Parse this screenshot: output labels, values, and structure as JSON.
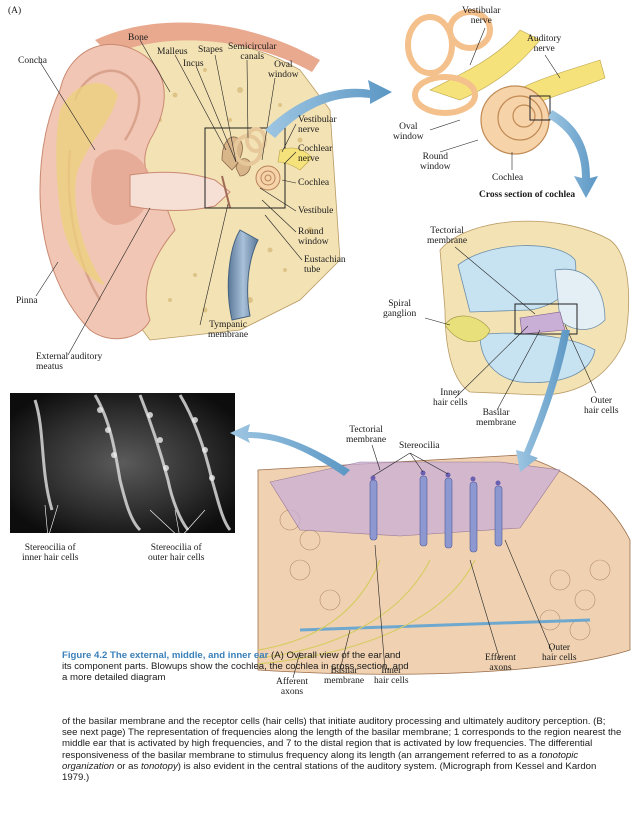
{
  "panel_letter": "(A)",
  "colors": {
    "skin": "#f1c6b4",
    "skin_shadow": "#d9917b",
    "bone": "#f3e2b4",
    "bone_spots": "#d6b775",
    "canal": "#f6dfd4",
    "cochlea": "#f7d3a9",
    "nerve": "#f6e27a",
    "tube": "#7c98b8",
    "fluid": "#c7e3f2",
    "membrane": "#c9aed6",
    "arrow": "#6fa8cf",
    "caption_title": "#3a7fb8"
  },
  "labels": {
    "concha": "Concha",
    "bone": "Bone",
    "malleus": "Malleus",
    "stapes": "Stapes",
    "incus": "Incus",
    "semicircular_canals": "Semicircular\ncanals",
    "oval_window_main": "Oval\nwindow",
    "vestibular_nerve_main": "Vestibular\nnerve",
    "cochlear_nerve": "Cochlear\nnerve",
    "cochlea_main": "Cochlea",
    "vestibule": "Vestibule",
    "round_window_main": "Round\nwindow",
    "eustachian_tube": "Eustachian\ntube",
    "pinna": "Pinna",
    "tympanic_membrane": "Tympanic\nmembrane",
    "external_auditory_meatus": "External auditory\nmeatus",
    "vestibular_nerve_inset": "Vestibular\nnerve",
    "auditory_nerve": "Auditory\nnerve",
    "oval_window_inset": "Oval\nwindow",
    "round_window_inset": "Round\nwindow",
    "cochlea_inset": "Cochlea",
    "cross_section_title": "Cross section of cochlea",
    "tectorial_membrane_cs": "Tectorial\nmembrane",
    "spiral_ganglion": "Spiral\nganglion",
    "inner_hair_cells_cs": "Inner\nhair cells",
    "basilar_membrane_cs": "Basilar\nmembrane",
    "outer_hair_cells_cs": "Outer\nhair cells",
    "stereocilia_inner": "Stereocilia of\ninner hair cells",
    "stereocilia_outer": "Stereocilia of\nouter hair cells",
    "tectorial_membrane_detail": "Tectorial\nmembrane",
    "stereocilia_detail": "Stereocilia",
    "outer_hair_cells_detail": "Outer\nhair cells",
    "efferent_axons": "Efferent\naxons",
    "inner_hair_cells_detail": "Inner\nhair cells",
    "basilar_membrane_detail": "Basilar\nmembrane",
    "afferent_axons": "Afferent\naxons"
  },
  "caption": {
    "title": "Figure 4.2   The external, middle, and inner ear",
    "lead": "(A) Overall view of the ear and its component parts. Blowups show the cochlea, the cochlea in cross section, and a more detailed diagram",
    "body_1": "of the basilar membrane and the receptor cells (hair cells) that initiate auditory processing and ultimately auditory perception. (B; see next page) The representation of frequencies along the length of the basilar membrane; 1 corresponds to the region nearest the middle ear that is activated by high frequencies, and 7 to the distal region that is activated by low frequencies. The differential responsiveness of the basilar membrane to stimulus frequency along its length (an arrangement referred to as a ",
    "term_1": "tonotopic organization",
    "body_2": " or as ",
    "term_2": "tonotopy",
    "body_3": ") is also evident in the central stations of the auditory system. (Micrograph from Kessel and Kardon 1979.)"
  }
}
